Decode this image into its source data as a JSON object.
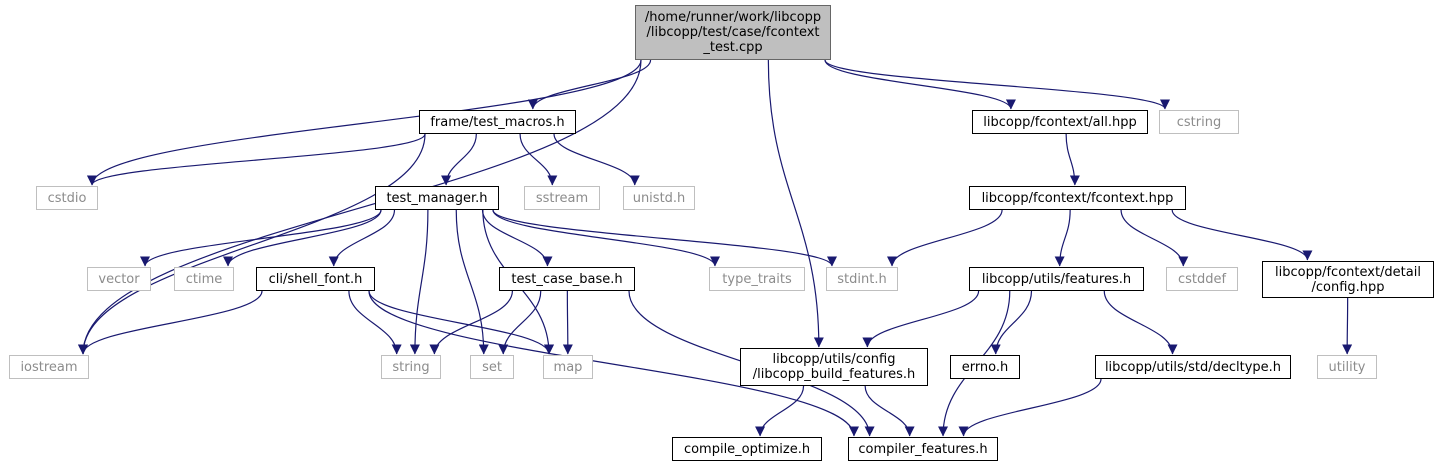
{
  "colors": {
    "edge": "#191970",
    "root_fill": "#bfbfbf",
    "system_border": "#bfbfbf",
    "system_text": "#8c8c8c"
  },
  "nodes": {
    "root": {
      "lines": [
        "/home/runner/work/libcopp",
        "/libcopp/test/case/fcontext",
        "_test.cpp"
      ],
      "kind": "root"
    },
    "test_macros": {
      "lines": [
        "frame/test_macros.h"
      ],
      "kind": "local"
    },
    "all_hpp": {
      "lines": [
        "libcopp/fcontext/all.hpp"
      ],
      "kind": "local"
    },
    "cstring": {
      "lines": [
        "cstring"
      ],
      "kind": "system"
    },
    "cstdio": {
      "lines": [
        "cstdio"
      ],
      "kind": "system"
    },
    "test_manager": {
      "lines": [
        "test_manager.h"
      ],
      "kind": "local"
    },
    "sstream": {
      "lines": [
        "sstream"
      ],
      "kind": "system"
    },
    "unistd": {
      "lines": [
        "unistd.h"
      ],
      "kind": "system"
    },
    "fcontext_hpp": {
      "lines": [
        "libcopp/fcontext/fcontext.hpp"
      ],
      "kind": "local"
    },
    "vector": {
      "lines": [
        "vector"
      ],
      "kind": "system"
    },
    "ctime": {
      "lines": [
        "ctime"
      ],
      "kind": "system"
    },
    "shell_font": {
      "lines": [
        "cli/shell_font.h"
      ],
      "kind": "local"
    },
    "test_case_base": {
      "lines": [
        "test_case_base.h"
      ],
      "kind": "local"
    },
    "type_traits": {
      "lines": [
        "type_traits"
      ],
      "kind": "system"
    },
    "stdint": {
      "lines": [
        "stdint.h"
      ],
      "kind": "system"
    },
    "features": {
      "lines": [
        "libcopp/utils/features.h"
      ],
      "kind": "local"
    },
    "cstddef": {
      "lines": [
        "cstddef"
      ],
      "kind": "system"
    },
    "detail_config": {
      "lines": [
        "libcopp/fcontext/detail",
        "/config.hpp"
      ],
      "kind": "local"
    },
    "iostream": {
      "lines": [
        "iostream"
      ],
      "kind": "system"
    },
    "string": {
      "lines": [
        "string"
      ],
      "kind": "system"
    },
    "set": {
      "lines": [
        "set"
      ],
      "kind": "system"
    },
    "map": {
      "lines": [
        "map"
      ],
      "kind": "system"
    },
    "build_features": {
      "lines": [
        "libcopp/utils/config",
        "/libcopp_build_features.h"
      ],
      "kind": "local"
    },
    "errno": {
      "lines": [
        "errno.h"
      ],
      "kind": "local"
    },
    "decltype": {
      "lines": [
        "libcopp/utils/std/decltype.h"
      ],
      "kind": "local"
    },
    "utility": {
      "lines": [
        "utility"
      ],
      "kind": "system"
    },
    "compile_optimize": {
      "lines": [
        "compile_optimize.h"
      ],
      "kind": "local"
    },
    "compiler_features": {
      "lines": [
        "compiler_features.h"
      ],
      "kind": "local"
    }
  },
  "edges": [
    [
      "root",
      "iostream"
    ],
    [
      "root",
      "cstdio"
    ],
    [
      "root",
      "test_macros"
    ],
    [
      "root",
      "build_features"
    ],
    [
      "root",
      "all_hpp"
    ],
    [
      "root",
      "cstring"
    ],
    [
      "test_macros",
      "cstdio"
    ],
    [
      "test_macros",
      "iostream"
    ],
    [
      "test_macros",
      "test_manager"
    ],
    [
      "test_macros",
      "sstream"
    ],
    [
      "test_macros",
      "unistd"
    ],
    [
      "test_manager",
      "vector"
    ],
    [
      "test_manager",
      "ctime"
    ],
    [
      "test_manager",
      "shell_font"
    ],
    [
      "test_manager",
      "string"
    ],
    [
      "test_manager",
      "set"
    ],
    [
      "test_manager",
      "test_case_base"
    ],
    [
      "test_manager",
      "map"
    ],
    [
      "test_manager",
      "type_traits"
    ],
    [
      "test_manager",
      "stdint"
    ],
    [
      "shell_font",
      "iostream"
    ],
    [
      "shell_font",
      "string"
    ],
    [
      "shell_font",
      "map"
    ],
    [
      "shell_font",
      "compiler_features"
    ],
    [
      "test_case_base",
      "string"
    ],
    [
      "test_case_base",
      "set"
    ],
    [
      "test_case_base",
      "map"
    ],
    [
      "test_case_base",
      "compiler_features"
    ],
    [
      "all_hpp",
      "fcontext_hpp"
    ],
    [
      "fcontext_hpp",
      "stdint"
    ],
    [
      "fcontext_hpp",
      "features"
    ],
    [
      "fcontext_hpp",
      "cstddef"
    ],
    [
      "fcontext_hpp",
      "detail_config"
    ],
    [
      "features",
      "build_features"
    ],
    [
      "features",
      "errno"
    ],
    [
      "features",
      "decltype"
    ],
    [
      "features",
      "compiler_features"
    ],
    [
      "detail_config",
      "utility"
    ],
    [
      "build_features",
      "compile_optimize"
    ],
    [
      "build_features",
      "compiler_features"
    ],
    [
      "decltype",
      "compiler_features"
    ]
  ]
}
